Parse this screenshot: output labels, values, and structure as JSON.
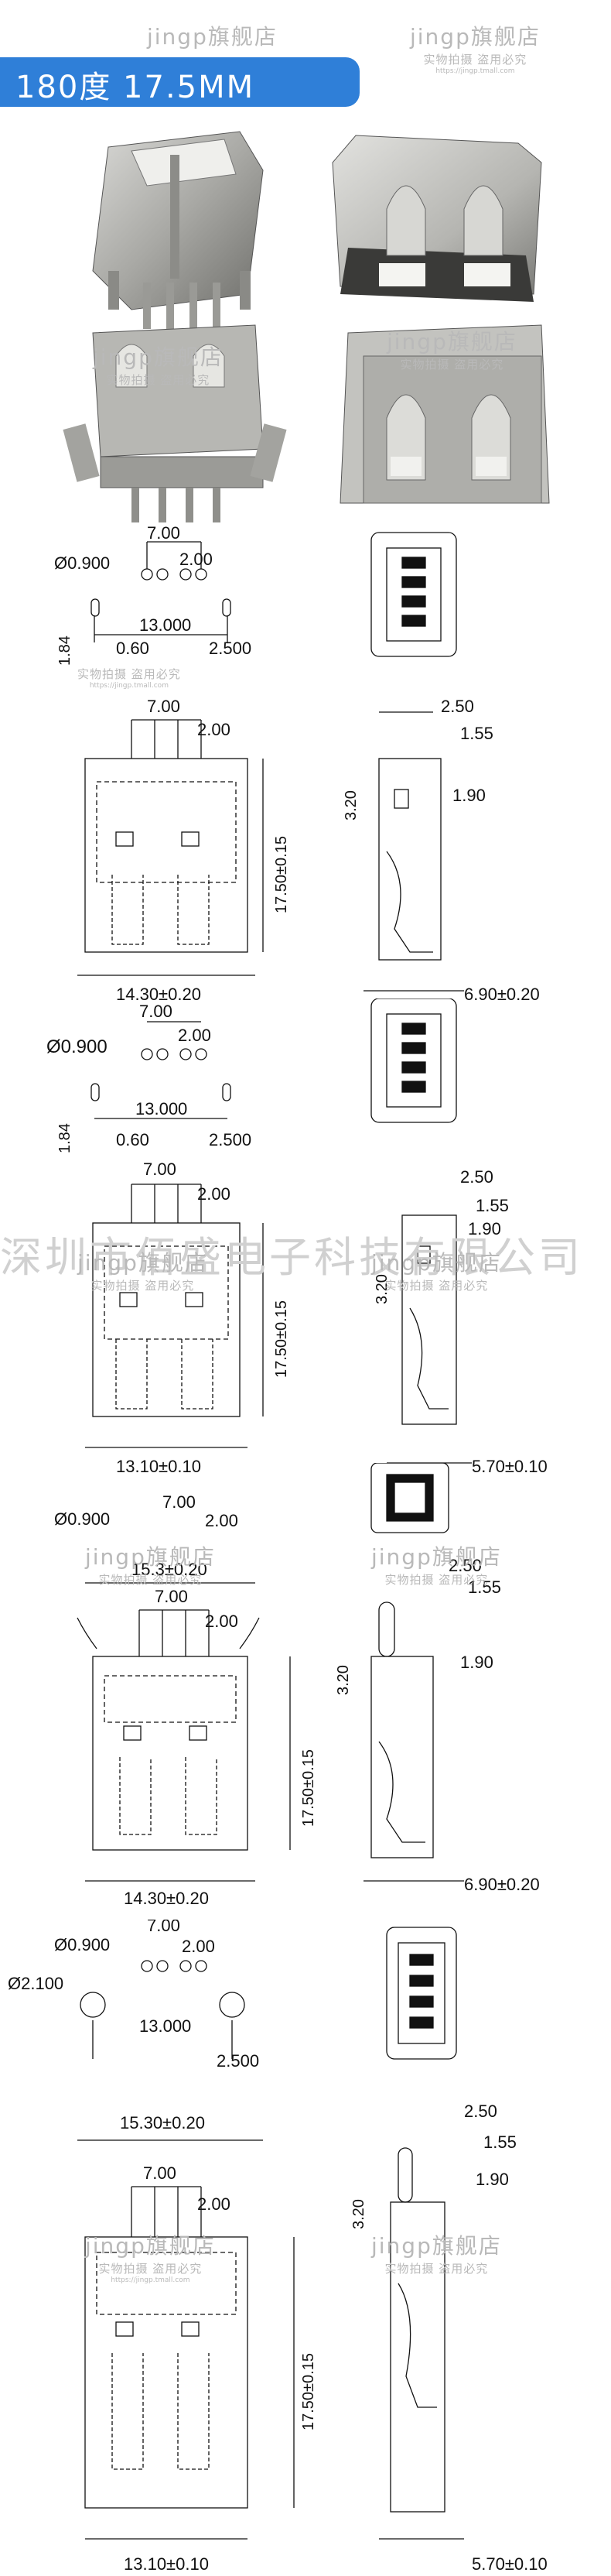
{
  "header": {
    "title": "180度 17.5MM"
  },
  "watermark": {
    "brand": "jingp旗舰店",
    "slogan": "实物拍摄  盗用必究",
    "url": "https://jingp.tmall.com"
  },
  "company_watermark": "深圳市佰盛电子科技有限公司",
  "photos": [
    {
      "name": "connector-front-left"
    },
    {
      "name": "connector-front-right"
    },
    {
      "name": "connector-back-left"
    },
    {
      "name": "connector-back-right"
    }
  ],
  "drawings": [
    {
      "pad": {
        "hole_d": "Ø0.900",
        "pitch_outer": "7.00",
        "pitch_inner": "2.00",
        "span": "13.000",
        "offset": "0.60",
        "post_span": "2.500",
        "row": "1.84"
      },
      "front": {
        "pin_pitch_outer": "7.00",
        "pin_pitch_inner": "2.00",
        "height": "17.50±0.15",
        "width": "14.30±0.20"
      },
      "side": {
        "d1": "2.50",
        "d2": "1.55",
        "d3": "1.90",
        "d4": "3.20",
        "width": "6.90±0.20"
      }
    },
    {
      "pad": {
        "hole_d": "Ø0.900",
        "pitch_outer": "7.00",
        "pitch_inner": "2.00",
        "span": "13.000",
        "offset": "0.60",
        "post_span": "2.500",
        "row": "1.84"
      },
      "front": {
        "pin_pitch_outer": "7.00",
        "pin_pitch_inner": "2.00",
        "height": "17.50±0.15",
        "width": "13.10±0.10"
      },
      "side": {
        "d1": "2.50",
        "d2": "1.55",
        "d3": "1.90",
        "d4": "3.20",
        "width": "5.70±0.10"
      }
    },
    {
      "pad": {
        "hole_d": "Ø0.900",
        "pitch_outer": "7.00",
        "pitch_inner": "2.00"
      },
      "front": {
        "top_width": "15.3±0.20",
        "pin_pitch_outer": "7.00",
        "pin_pitch_inner": "2.00",
        "height": "17.50±0.15",
        "width": "14.30±0.20"
      },
      "side": {
        "d1": "2.50",
        "d2": "1.55",
        "d3": "1.90",
        "d4": "3.20",
        "width": "6.90±0.20"
      }
    },
    {
      "pad": {
        "hole_d": "Ø0.900",
        "pitch_outer": "7.00",
        "pitch_inner": "2.00",
        "span": "13.000",
        "post_d": "Ø2.100",
        "post_span": "2.500"
      },
      "front": {
        "top_width": "15.30±0.20",
        "pin_pitch_outer": "7.00",
        "pin_pitch_inner": "2.00",
        "height": "17.50±0.15",
        "width": "13.10±0.10"
      },
      "side": {
        "d1": "2.50",
        "d2": "1.55",
        "d3": "1.90",
        "d4": "3.20",
        "width": "5.70±0.10"
      }
    }
  ]
}
